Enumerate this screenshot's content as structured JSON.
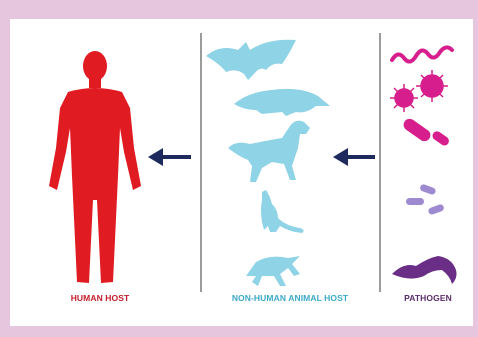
{
  "labels": {
    "human_host": "HUMAN HOST",
    "animal_host": "NON-HUMAN ANIMAL HOST",
    "pathogen": "PATHOGEN"
  },
  "colors": {
    "human": "#e11b22",
    "animal": "#8fd3e6",
    "pathogen_magenta": "#d61f8c",
    "pathogen_lilac": "#9d8ad0",
    "pathogen_purple": "#6b2e86",
    "arrow": "#1e2a5e",
    "divider": "#7a7a7a",
    "label_human": "#c41d2a",
    "label_animal": "#3aa9c6",
    "label_pathogen": "#5a2d6b",
    "frame": "#e6c6de"
  },
  "icons": {
    "human": "human-silhouette-icon",
    "animals": [
      "bat-icon",
      "anteater-icon",
      "dog-icon",
      "rat-icon",
      "cricket-icon"
    ],
    "pathogens": [
      "spiral-bacteria-icon",
      "virus-icon",
      "rod-bacteria-icon",
      "small-rod-bacteria-icon",
      "protozoan-icon"
    ],
    "arrows": [
      "arrow-left-icon",
      "arrow-left-icon"
    ]
  }
}
